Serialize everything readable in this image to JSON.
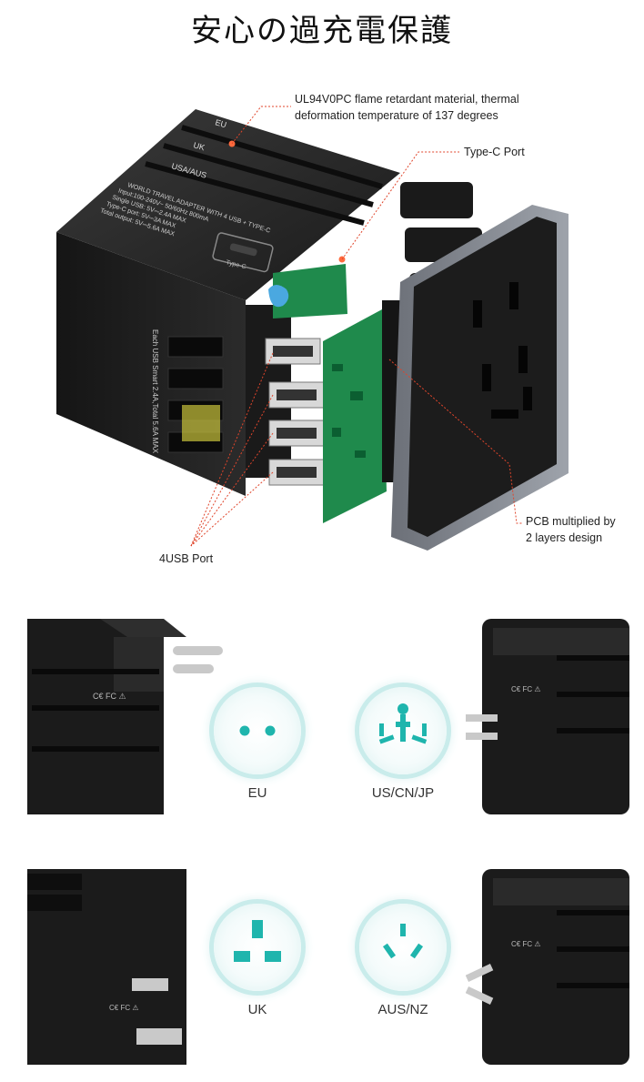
{
  "title": "安心の過充電保護",
  "callouts": {
    "material": "UL94V0PC flame retardant material, thermal deformation temperature of 137 degrees",
    "material_line1": "UL94V0PC flame retardant material, thermal",
    "material_line2": "deformation temperature of 137 degrees",
    "typec": "Type-C Port",
    "pcb_line1": "PCB multiplied by",
    "pcb_line2": "2 layers design",
    "usb": "4USB Port"
  },
  "device": {
    "slider_labels": [
      "EU",
      "UK",
      "USA/AUS"
    ],
    "spec_lines": [
      "WORLD TRAVEL ADAPTER WITH 4 USB + TYPE-C",
      "Input:100-240V~ 50/60Hz 800mA",
      "Single USB: 5V⎓2.4A MAX",
      "Type-C port: 5V⎓3A MAX",
      "Total output: 5V⎓5.6A MAX"
    ],
    "typec_port_label": "Type-C",
    "side_text": "Each USB Smart 2.4A,Total 5.6A MAX"
  },
  "plugs": [
    {
      "label": "EU",
      "icon": "eu-socket-icon"
    },
    {
      "label": "US/CN/JP",
      "icon": "us-socket-icon"
    },
    {
      "label": "UK",
      "icon": "uk-socket-icon"
    },
    {
      "label": "AUS/NZ",
      "icon": "aus-socket-icon"
    }
  ],
  "colors": {
    "accent": "#1fb5ad",
    "socket_ring": "#c9eceb",
    "callout_line": "#e0452b",
    "device_body": "#1c1c1c",
    "pcb": "#1f8a4c"
  }
}
